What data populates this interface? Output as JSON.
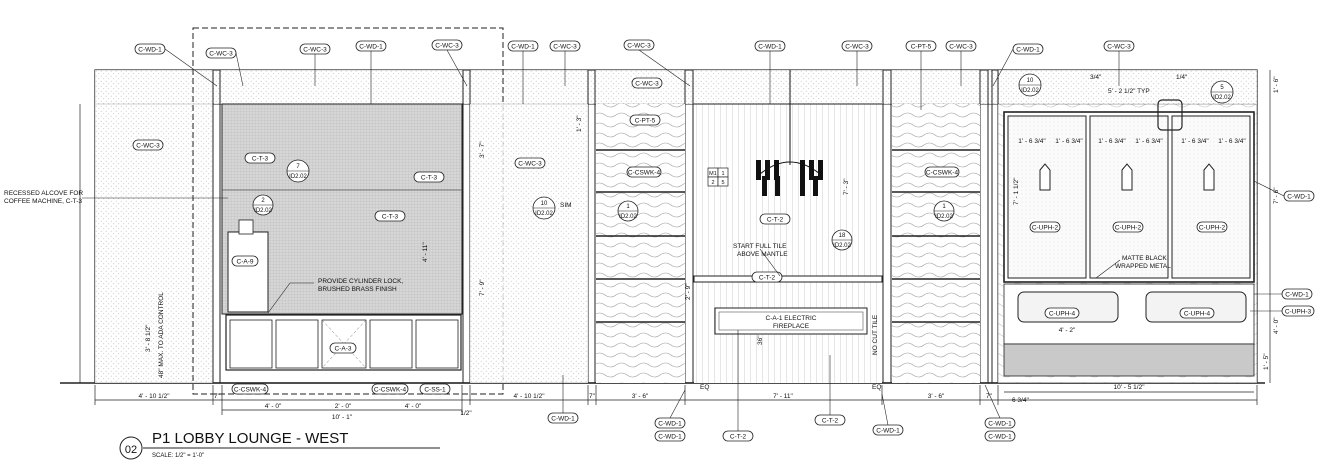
{
  "title": {
    "number": "02",
    "name": "P1 LOBBY LOUNGE - WEST",
    "scale": "SCALE: 1/2\" = 1'-0\""
  },
  "tags": {
    "wd1": "C-WD-1",
    "wc3": "C-WC-3",
    "pt5": "C-PT-5",
    "t3": "C-T-3",
    "t2": "C-T-2",
    "a9": "C-A-9",
    "a3": "C-A-3",
    "cswk4": "C-CSWK-4",
    "ss1": "C-SS-1",
    "uph2": "C-UPH-2",
    "uph4": "C-UPH-4",
    "uph3": "C-UPH-3"
  },
  "notes": {
    "recess1": "RECESSED ALCOVE FOR",
    "recess2": "COFFEE MACHINE, C-T-3",
    "lock1": "PROVIDE CYLINDER LOCK,",
    "lock2": "BRUSHED BRASS FINISH",
    "tile1": "START FULL TILE",
    "tile2": "ABOVE MANTLE",
    "fire1": "C-A-1 ELECTRIC",
    "fire2": "FIREPLACE",
    "metal1": "MATTE BLACK",
    "metal2": "WRAPPED METAL",
    "ada": "48\" MAX. TO ADA CONTROL",
    "nocut": "NO CUT TILE",
    "sim": "SIM",
    "typ": "5' - 2 1/2\" TYP",
    "m1": "M1",
    "m1a": "1",
    "m1b": "2",
    "m1c": "5",
    "eq": "EQ"
  },
  "bubbles": {
    "b7": "7",
    "b7s": "ID2.02",
    "b2": "2",
    "b2s": "ID2.02",
    "b10": "10",
    "b10s": "ID2.02",
    "b1a": "1",
    "b1as": "ID2.02",
    "b18": "18",
    "b18s": "ID2.02",
    "b1b": "1",
    "b1bs": "ID2.02",
    "b10r": "10",
    "b10rs": "ID2.02",
    "b5": "5",
    "b5s": "ID2.02"
  },
  "dims": {
    "d1": "4' - 10 1/2\"",
    "d2": "7\"",
    "d3": "4' - 0\"",
    "d4": "2' - 0\"",
    "d5": "4' - 0\"",
    "d6": "10' - 1\"",
    "d7": "1/2\"",
    "d8": "4' - 10 1/2\"",
    "d9": "7\"",
    "d10": "3' - 6\"",
    "d11": "7' - 11\"",
    "d12": "3' - 6\"",
    "d13": "7\"",
    "d14": "10' - 5 1/2\"",
    "d15": "6 3/4\"",
    "d16": "1' - 6 3/4\"",
    "d17": "4' - 2\"",
    "d18": "7' - 1 1/2\"",
    "d19": "4' - 11\"",
    "d20": "7' - 9\"",
    "d21": "3' - 8 1/2\"",
    "d22": "3' - 7\"",
    "d23": "1' - 6\"",
    "d24": "7' - 6\"",
    "d25": "4' - 0\"",
    "d26": "1' - 5\"",
    "d27": "1/4\"",
    "d28": "3/4\"",
    "d29": "1' - 3\"",
    "d30": "7' - 3\"",
    "d31": "2' - 9\"",
    "d32": "36\""
  }
}
